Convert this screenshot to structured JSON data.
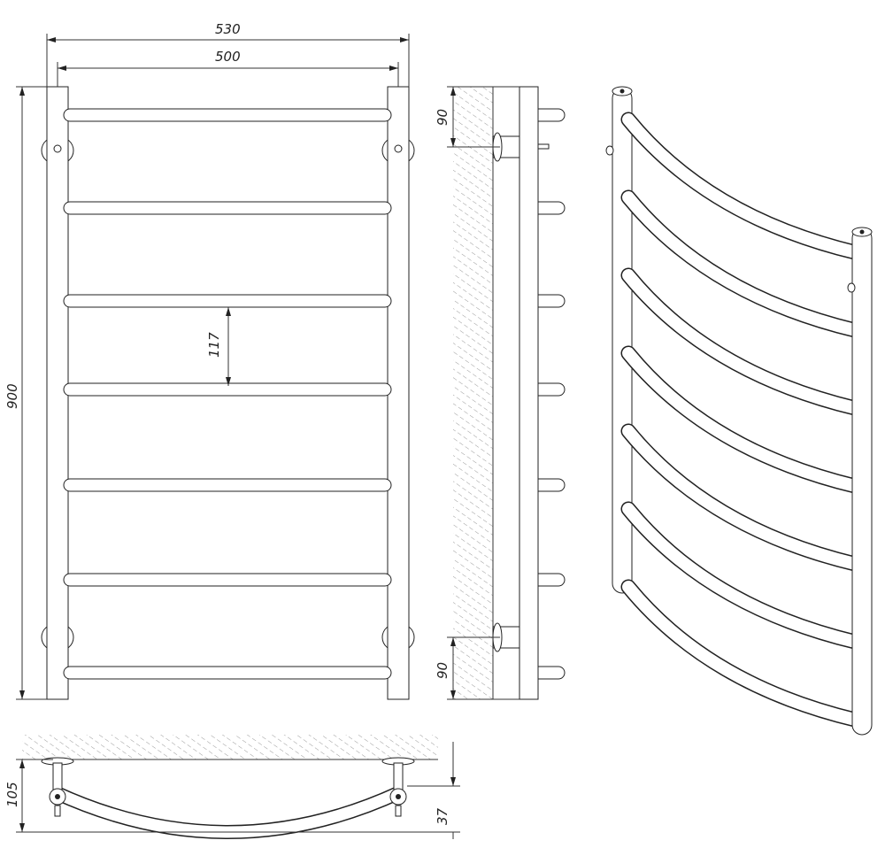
{
  "title": "Towel rail technical drawing",
  "dimensions": {
    "overall_width": "530",
    "axis_width": "500",
    "height": "900",
    "bar_spacing": "117",
    "top_bracket_offset": "90",
    "bottom_bracket_offset": "90",
    "depth": "105",
    "bracket_depth": "37"
  },
  "bar_count": 7,
  "colors": {
    "line": "#222222",
    "background": "#ffffff",
    "hatch": "#999999"
  }
}
